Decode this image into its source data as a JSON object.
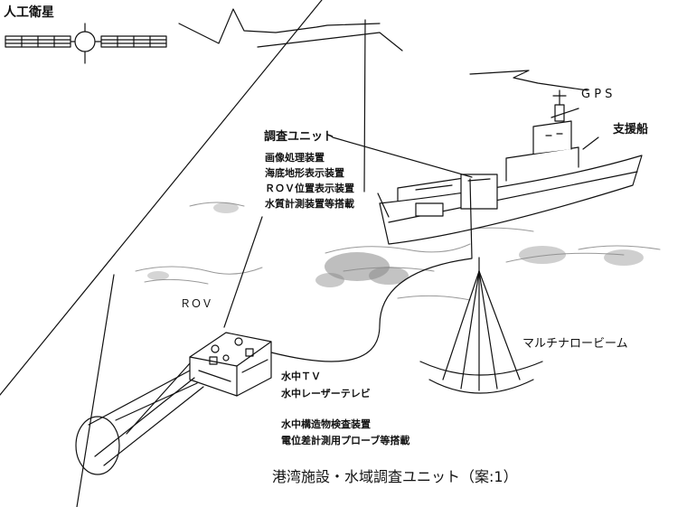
{
  "labels": {
    "satellite": "人工衛星",
    "gps": "G P S",
    "support_ship": "支援船",
    "survey_unit": "調査ユニット",
    "unit_items": [
      "画像処理装置",
      "海底地形表示装置",
      "ＲＯＶ位置表示装置",
      "水質計測装置等搭載"
    ],
    "rov": "ＲＯＶ",
    "multibeam": "マルチナロービーム",
    "rov_items_1": [
      "水中ＴＶ",
      "水中レーザーテレビ"
    ],
    "rov_items_2": [
      "水中構造物検査装置",
      "電位差計測用プローブ等搭載"
    ],
    "caption": "港湾施設・水域調査ユニット（案:1）"
  }
}
